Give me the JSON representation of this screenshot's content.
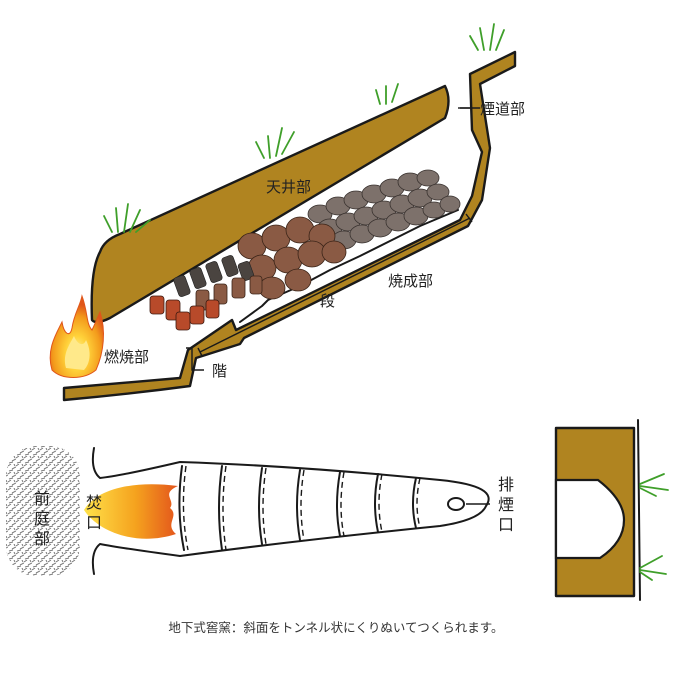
{
  "labels": {
    "flue": "煙道部",
    "ceiling": "天井部",
    "firing_chamber": "焼成部",
    "step_area": "段",
    "combustion": "燃焼部",
    "stairs": "階",
    "front_yard": [
      "前",
      "庭",
      "部"
    ],
    "stoke_hole": [
      "焚",
      "口"
    ],
    "exhaust": [
      "排",
      "煙",
      "口"
    ]
  },
  "caption": "地下式窖窯：斜面をトンネル状にくりぬいてつくられます。",
  "colors": {
    "earth": "#b08420",
    "outline": "#1a1a1a",
    "grass": "#3f9f2a",
    "flame_outer": "#f39a1b",
    "flame_inner": "#ffd23a",
    "ware_grey": "#7d716b",
    "ware_brown": "#8a5a44",
    "ware_red": "#b84a2a"
  },
  "icons": [
    "fire-icon",
    "grass-icon",
    "pottery-icon",
    "ash-pile-icon"
  ]
}
